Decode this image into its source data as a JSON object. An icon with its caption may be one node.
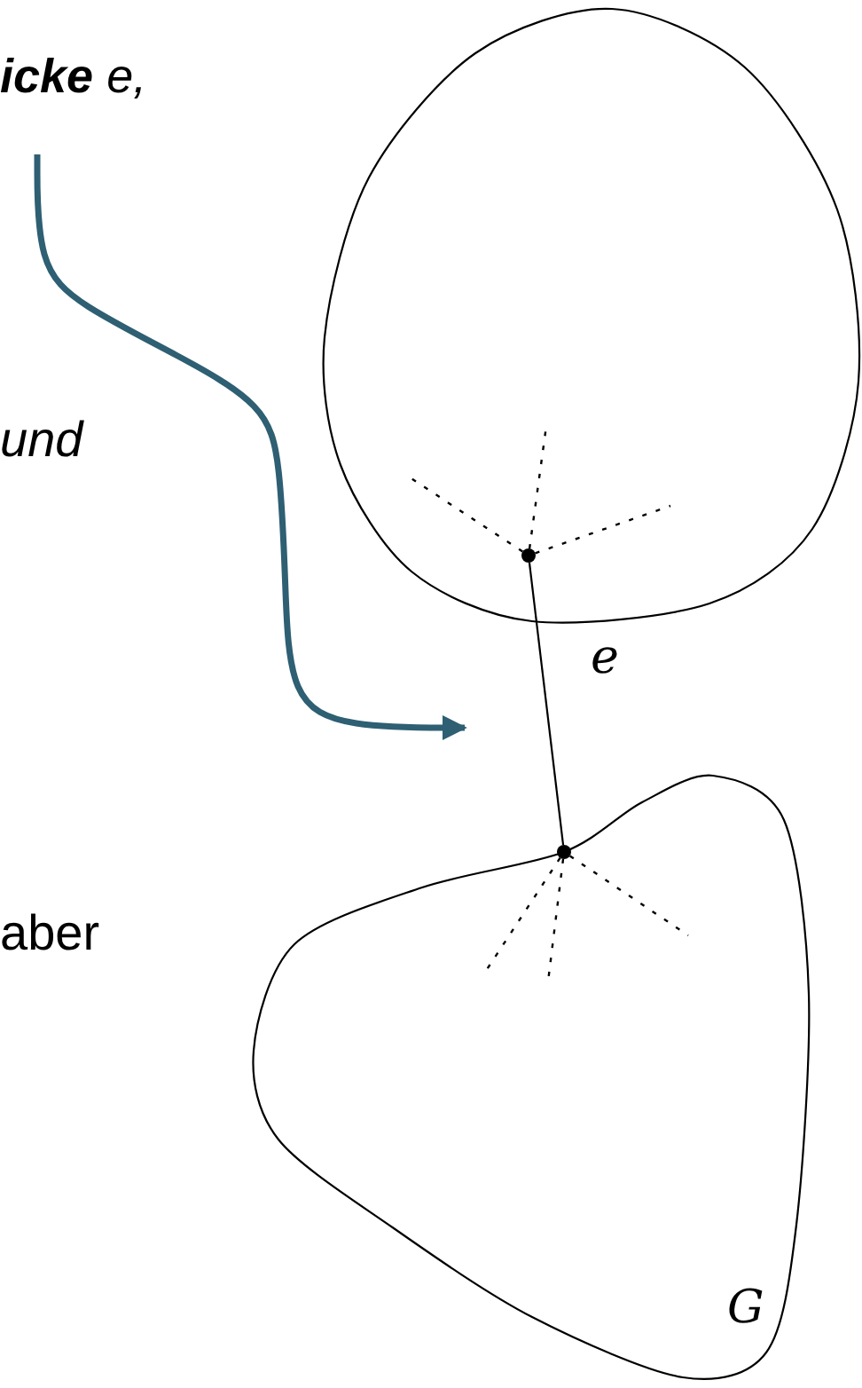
{
  "diagram": {
    "nodes": [
      {
        "text": [
          "**icke** e,"
        ]
      },
      {
        "text": [],
        "shape": "cloud"
      },
      {
        "text": [],
        "shape": "circle",
        "in": 1
      },
      {
        "text": [],
        "shape": "cloud",
        "beside": [
          "G"
        ]
      },
      {
        "text": [],
        "shape": "circle",
        "in": 3
      }
    ],
    "edges": [
      {
        "from": 0,
        "to": null,
        "arrow": "to",
        "style": "thick",
        "color": "#2e5f73"
      },
      {
        "from": 2,
        "to": 4,
        "arrow": "none",
        "label": "e"
      },
      {
        "from": 2,
        "to": null,
        "arrow": "none",
        "style": "dashed"
      },
      {
        "from": 2,
        "to": null,
        "arrow": "none",
        "style": "dashed"
      },
      {
        "from": 2,
        "to": null,
        "arrow": "none",
        "style": "dashed"
      },
      {
        "from": 4,
        "to": null,
        "arrow": "none",
        "style": "dashed"
      },
      {
        "from": 4,
        "to": null,
        "arrow": "none",
        "style": "dashed"
      },
      {
        "from": 4,
        "to": null,
        "arrow": "none",
        "style": "dashed"
      }
    ],
    "labels": [
      "und",
      "aber"
    ]
  }
}
